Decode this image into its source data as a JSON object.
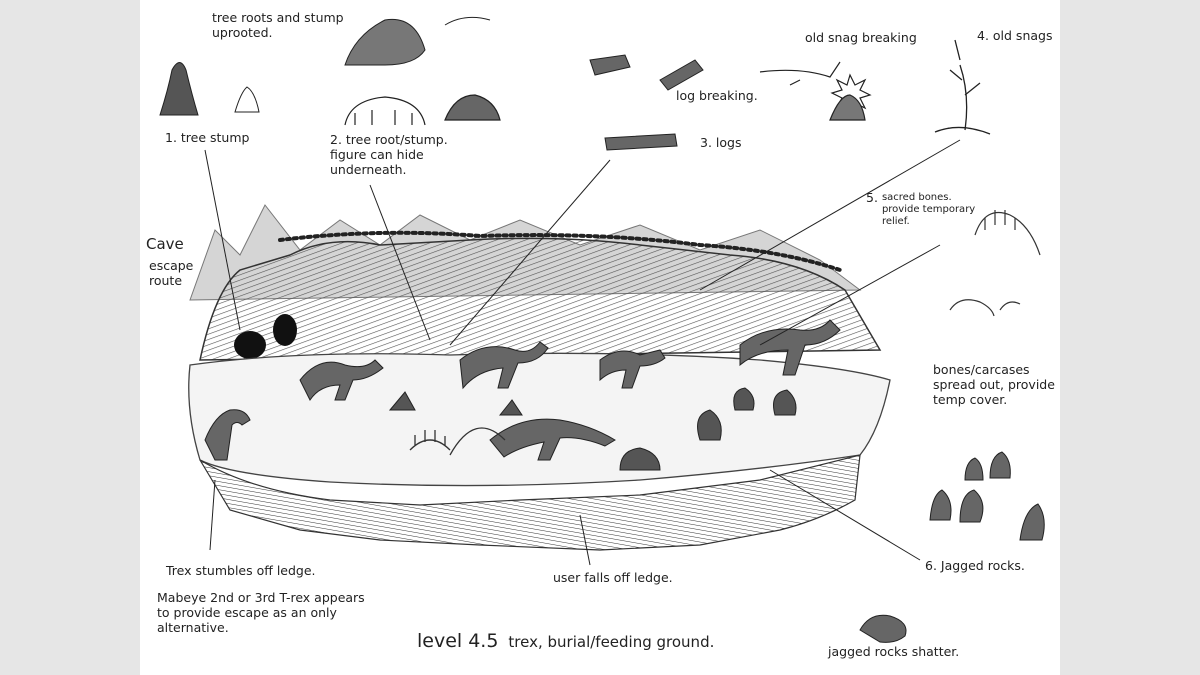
{
  "labels": {
    "roots_uprooted": [
      "tree roots and stump",
      "uprooted."
    ],
    "tree_stump": "1. tree stump",
    "tree_root": [
      "2. tree root/stump.",
      "figure can hide",
      "underneath."
    ],
    "log_breaking": "log breaking.",
    "logs": "3.  logs",
    "old_snag_breaking": "old snag breaking",
    "old_snags": "4.  old snags",
    "sacred_bones": [
      "5.",
      "sacred bones.",
      "provide temporary",
      "relief."
    ],
    "cave": "Cave",
    "escape_route": [
      "escape",
      "route"
    ],
    "bones_carcases": [
      "bones/carcases",
      "spread out, provide",
      "temp cover."
    ],
    "trex_stumbles": "Trex stumbles off ledge.",
    "mabeye": [
      "Mabeye 2nd or 3rd T-rex appears",
      "to provide escape as an only",
      "alternative."
    ],
    "user_falls": "user falls off ledge.",
    "jagged_rocks": "6. Jagged rocks.",
    "jagged_shatter": "jagged rocks shatter."
  },
  "title": {
    "level": "level  4.5",
    "rest": "trex, burial/feeding ground."
  },
  "colors": {
    "ink": "#222222",
    "paper": "#ffffff",
    "gutter": "#e6e6e6"
  }
}
